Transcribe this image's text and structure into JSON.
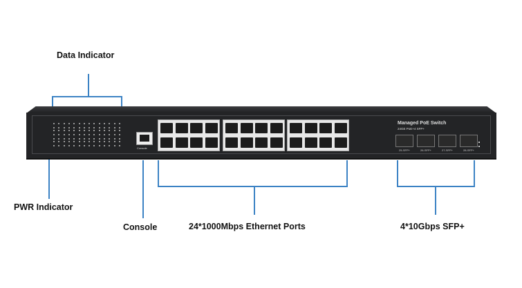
{
  "labels": {
    "data_indicator": "Data Indicator",
    "pwr_indicator": "PWR Indicator",
    "console": "Console",
    "ethernet_ports": "24*1000Mbps Ethernet Ports",
    "sfp": "4*10Gbps SFP+"
  },
  "device": {
    "model_title": "Managed PoE Switch",
    "model_sub": "24GE PoE+4 SFP+",
    "console_label": "Console",
    "sfp_ports": [
      "25-SFP+",
      "26-SFP+",
      "27-SFP+",
      "28-SFP+"
    ]
  },
  "colors": {
    "callout_line": "#3b82c4",
    "chassis": "#232426"
  }
}
